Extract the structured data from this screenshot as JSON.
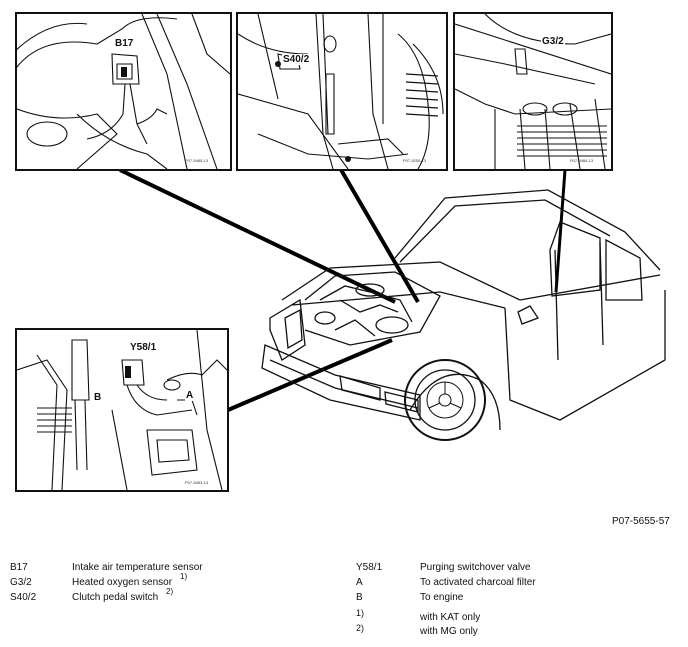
{
  "figure_ref": "P07-5655-57",
  "callouts": {
    "b17": "B17",
    "s40": "S40/2",
    "g3": "G3/2",
    "y58": "Y58/1",
    "a": "A",
    "b": "B"
  },
  "panel_codes": {
    "p1": "P07-5465-13",
    "p2": "P07-5255-13",
    "p3": "P07-5466-13",
    "p4": "P07-5463-13"
  },
  "legend_left": [
    {
      "code": "B17",
      "desc": "Intake air temperature sensor",
      "note": ""
    },
    {
      "code": "G3/2",
      "desc": "Heated oxygen sensor",
      "note": "1)"
    },
    {
      "code": "S40/2",
      "desc": "Clutch pedal switch",
      "note": "2)"
    }
  ],
  "legend_right": [
    {
      "code": "Y58/1",
      "desc": "Purging switchover valve"
    },
    {
      "code": "A",
      "desc": "To activated charcoal filter"
    },
    {
      "code": "B",
      "desc": "To engine"
    },
    {
      "code": "1)",
      "desc": "with KAT only"
    },
    {
      "code": "2)",
      "desc": "with MG only"
    }
  ]
}
